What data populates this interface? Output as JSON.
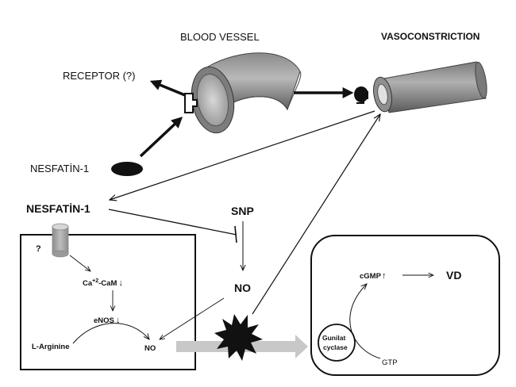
{
  "labels": {
    "blood_vessel": "BLOOD VESSEL",
    "vasoconstriction": "VASOCONSTRICTION",
    "receptor": "RECEPTOR (?)",
    "nesfatin_upper": "NESFATİN-1",
    "nesfatin_lower": "NESFATİN-1",
    "snp": "SNP",
    "no_mid": "NO",
    "question": "?",
    "ca_cam": "Ca",
    "ca_cam_sup": "+2",
    "ca_cam_rest": "-CaM",
    "arrow_down": "↓",
    "arrow_up": "↑",
    "enos": "eNOS",
    "l_arginine": "L-Arginine",
    "no_cell": "NO",
    "cgmp": "cGMP",
    "vd": "VD",
    "gunilat": "Gunilat",
    "cyclase": "cyclase",
    "gtp": "GTP"
  },
  "colors": {
    "vessel_dark": "#6b6b6b",
    "vessel_mid": "#9a9a9a",
    "vessel_light": "#cfcfcf",
    "receptor_gray": "#a8a8a8",
    "flow_arrow": "#c8c8c8",
    "ink": "#111111"
  }
}
